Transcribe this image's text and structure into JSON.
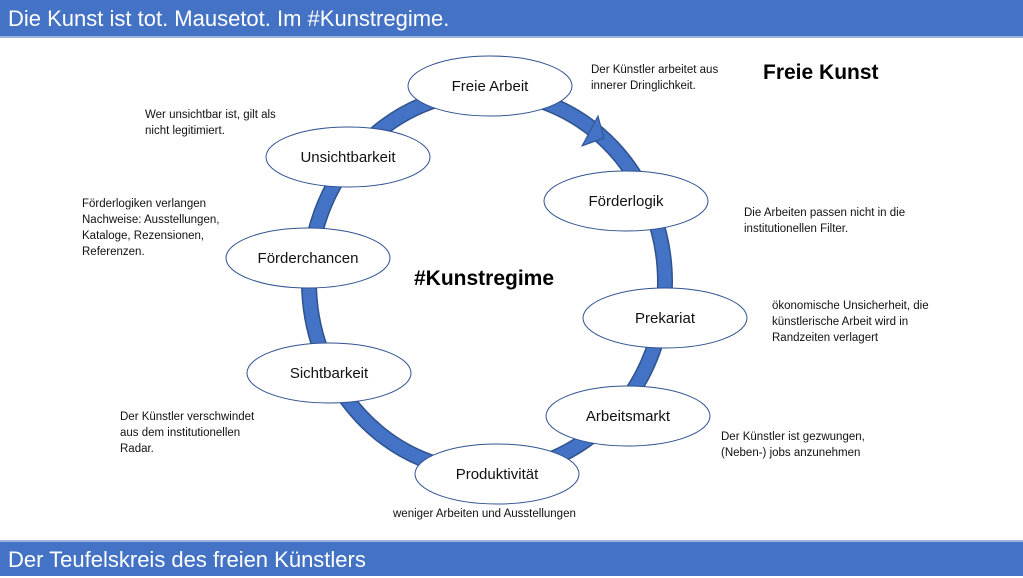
{
  "header": {
    "title": "Die Kunst ist tot. Mausetot. Im #Kunstregime."
  },
  "footer": {
    "title": "Der Teufelskreis des freien Künstlers"
  },
  "center_label": "#Kunstregime",
  "corner_label": "Freie Kunst",
  "nodes": [
    {
      "label": "Freie Arbeit"
    },
    {
      "label": "Förderlogik"
    },
    {
      "label": "Prekariat"
    },
    {
      "label": "Arbeitsmarkt"
    },
    {
      "label": "Produktivität"
    },
    {
      "label": "Sichtbarkeit"
    },
    {
      "label": "Förderchancen"
    },
    {
      "label": "Unsichtbarkeit"
    }
  ],
  "notes": [
    {
      "lines": [
        "Der Künstler arbeitet aus",
        "innerer Dringlichkeit."
      ]
    },
    {
      "lines": [
        "Die Arbeiten passen nicht in die",
        "institutionellen Filter."
      ]
    },
    {
      "lines": [
        "ökonomische Unsicherheit, die",
        "künstlerische Arbeit wird in",
        "Randzeiten verlagert"
      ]
    },
    {
      "lines": [
        "Der Künstler ist gezwungen,",
        "(Neben-) jobs anzunehmen"
      ]
    },
    {
      "lines": [
        "weniger Arbeiten und Ausstellungen"
      ]
    },
    {
      "lines": [
        "Der Künstler verschwindet",
        "aus dem institutionellen",
        "Radar."
      ]
    },
    {
      "lines": [
        "Förderlogiken verlangen",
        "Nachweise: Ausstellungen,",
        "Kataloge, Rezensionen,",
        "Referenzen."
      ]
    },
    {
      "lines": [
        "Wer unsichtbar ist, gilt als",
        "nicht legitimiert."
      ]
    }
  ],
  "colors": {
    "accent": "#4472C4",
    "ring_outline": "#2F528F"
  }
}
